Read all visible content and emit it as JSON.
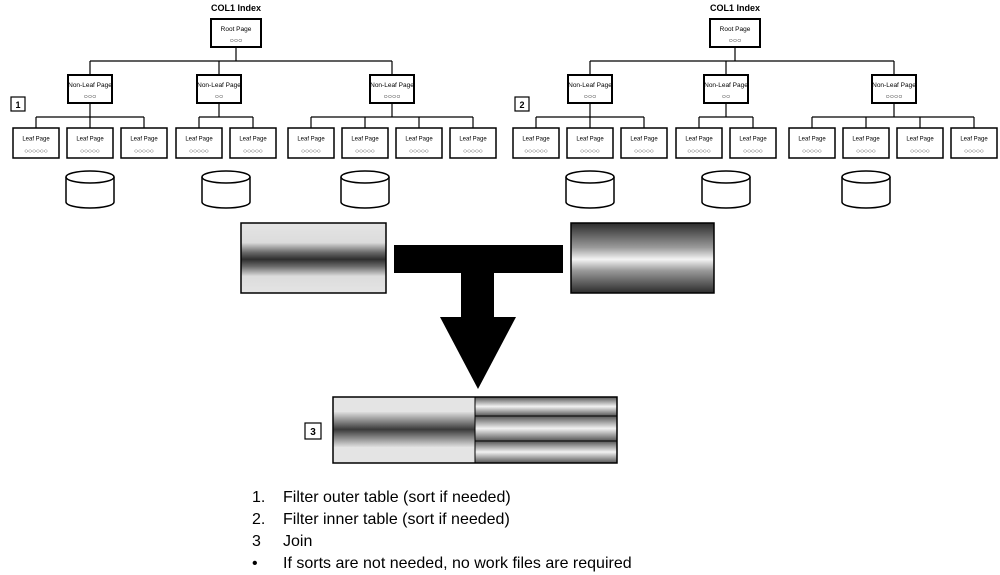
{
  "colors": {
    "line": "#000000",
    "background": "#ffffff",
    "band_light": "#e2e2e2",
    "band_dark": "#3a3a3a"
  },
  "indexes": [
    {
      "title": "COL1 Index",
      "step": "1",
      "root": {
        "label": "Root Page",
        "keys": "○○○"
      },
      "nonleaf": [
        {
          "label": "Non-Leaf Page",
          "keys": "○○○"
        },
        {
          "label": "Non-Leaf Page",
          "keys": "○○"
        },
        {
          "label": "Non-Leaf Page",
          "keys": "○○○○"
        }
      ],
      "leaves": [
        {
          "label": "Leaf Page",
          "keys": "○○○○○○"
        },
        {
          "label": "Leaf Page",
          "keys": "○○○○○"
        },
        {
          "label": "Leaf Page",
          "keys": "○○○○○"
        },
        {
          "label": "Leaf Page",
          "keys": "○○○○○"
        },
        {
          "label": "Leaf Page",
          "keys": "○○○○○"
        },
        {
          "label": "Leaf Page",
          "keys": "○○○○○"
        },
        {
          "label": "Leaf Page",
          "keys": "○○○○○"
        },
        {
          "label": "Leaf Page",
          "keys": "○○○○○"
        },
        {
          "label": "Leaf Page",
          "keys": "○○○○○"
        }
      ]
    },
    {
      "title": "COL1 Index",
      "step": "2",
      "root": {
        "label": "Root Page",
        "keys": "○○○"
      },
      "nonleaf": [
        {
          "label": "Non-Leaf Page",
          "keys": "○○○"
        },
        {
          "label": "Non-Leaf Page",
          "keys": "○○"
        },
        {
          "label": "Non-Leaf Page",
          "keys": "○○○○"
        }
      ],
      "leaves": [
        {
          "label": "Leaf Page",
          "keys": "○○○○○○"
        },
        {
          "label": "Leaf Page",
          "keys": "○○○○○"
        },
        {
          "label": "Leaf Page",
          "keys": "○○○○○"
        },
        {
          "label": "Leaf Page",
          "keys": "○○○○○○"
        },
        {
          "label": "Leaf Page",
          "keys": "○○○○○"
        },
        {
          "label": "Leaf Page",
          "keys": "○○○○○"
        },
        {
          "label": "Leaf Page",
          "keys": "○○○○○"
        },
        {
          "label": "Leaf Page",
          "keys": "○○○○○"
        },
        {
          "label": "Leaf Page",
          "keys": "○○○○○"
        }
      ]
    }
  ],
  "result_step": "3",
  "caption": [
    {
      "num": "1.",
      "text": "Filter outer table (sort if needed)"
    },
    {
      "num": "2.",
      "text": "Filter inner table (sort if needed)"
    },
    {
      "num": "3",
      "text": "Join"
    },
    {
      "num": "•",
      "text": "If sorts are not needed, no work files are required"
    }
  ]
}
